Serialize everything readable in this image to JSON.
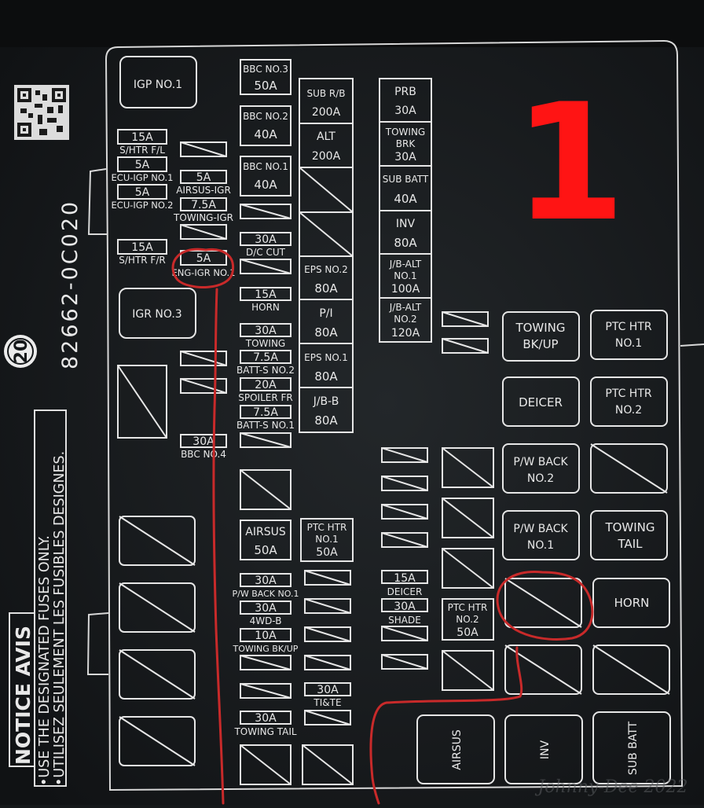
{
  "colors": {
    "background": "#15181a",
    "lines": "#e6e6e6",
    "red_number": "#ff1414",
    "red_annotation": "#c82a2a"
  },
  "part_number": "82662-0C020",
  "circled_number": "20",
  "big_number": "1",
  "watermark": "Johnny-Dee 2022",
  "notice": {
    "title": "NOTICE AVIS",
    "line1": "•USE THE DESIGNATED FUSES ONLY.",
    "line2": "•UTILISEZ SEULEMENT LES FUSIBLES DESIGNES."
  },
  "relays": {
    "igp_no1": "IGP NO.1",
    "igr_no3": "IGR NO.3",
    "towing_bkup_1": "TOWING",
    "towing_bkup_2": "BK/UP",
    "ptc_no1_1": "PTC HTR",
    "ptc_no1_2": "NO.1",
    "deicer": "DEICER",
    "ptc_no2_1": "PTC HTR",
    "ptc_no2_2": "NO.2",
    "pw_back2_1": "P/W BACK",
    "pw_back2_2": "NO.2",
    "pw_back1_1": "P/W BACK",
    "pw_back1_2": "NO.1",
    "towing_tail_1": "TOWING",
    "towing_tail_2": "TAIL",
    "horn": "HORN",
    "airsus": "AIRSUS",
    "inv": "INV",
    "sub_batt": "SUB BATT"
  },
  "col_left": {
    "shtr_fl_amp": "15A",
    "shtr_fl": "S/HTR F/L",
    "ecu1_amp": "5A",
    "ecu1": "ECU-IGP NO.1",
    "ecu2_amp": "5A",
    "ecu2": "ECU-IGP NO.2",
    "shtr_fr_amp": "15A",
    "shtr_fr": "S/HTR F/R"
  },
  "col_b": {
    "airsus_igr_amp": "5A",
    "airsus_igr": "AIRSUS-IGR",
    "towing_igr_amp": "7.5A",
    "towing_igr": "TOWING-IGR",
    "eng_igr_amp": "5A",
    "eng_igr": "ENG-IGR NO.1",
    "bbc4_amp": "30A",
    "bbc4": "BBC NO.4"
  },
  "col_c": {
    "bbc3": "BBC NO.3",
    "bbc3_amp": "50A",
    "bbc2": "BBC NO.2",
    "bbc2_amp": "40A",
    "bbc1": "BBC NO.1",
    "bbc1_amp": "40A",
    "dc_cut_amp": "30A",
    "dc_cut": "D/C CUT",
    "horn_amp": "15A",
    "horn": "HORN",
    "towing_amp": "30A",
    "towing": "TOWING",
    "batts2_amp": "7.5A",
    "batts2": "BATT-S NO.2",
    "spoiler_amp": "20A",
    "spoiler": "SPOILER FR",
    "batts1_amp": "7.5A",
    "batts1": "BATT-S NO.1",
    "airsus": "AIRSUS",
    "airsus_amp": "50A",
    "pwback1_amp": "30A",
    "pwback1": "P/W BACK NO.1",
    "fwdb_amp": "30A",
    "fwdb": "4WD-B",
    "towbk_amp": "10A",
    "towbk": "TOWING BK/UP",
    "towtail_amp": "30A",
    "towtail": "TOWING TAIL"
  },
  "col_d": {
    "subrb": "SUB R/B",
    "subrb_amp": "200A",
    "alt": "ALT",
    "alt_amp": "200A",
    "eps2": "EPS NO.2",
    "eps2_amp": "80A",
    "pi": "P/I",
    "pi_amp": "80A",
    "eps1": "EPS NO.1",
    "eps1_amp": "80A",
    "jbb": "J/B-B",
    "jbb_amp": "80A",
    "ptc1_l1": "PTC HTR",
    "ptc1_l2": "NO.1",
    "ptc1_amp": "50A",
    "tite_amp": "30A",
    "tite": "TI&TE"
  },
  "col_e": {
    "prb": "PRB",
    "prb_amp": "30A",
    "towbrk1": "TOWING",
    "towbrk2": "BRK",
    "towbrk_amp": "30A",
    "subbatt": "SUB BATT",
    "subbatt_amp": "40A",
    "inv": "INV",
    "inv_amp": "80A",
    "jbalt1_l1": "J/B-ALT",
    "jbalt1_l2": "NO.1",
    "jbalt1_amp": "100A",
    "jbalt2_l1": "J/B-ALT",
    "jbalt2_l2": "NO.2",
    "jbalt2_amp": "120A"
  },
  "col_f": {
    "deicer_amp": "15A",
    "deicer": "DEICER",
    "shade_amp": "30A",
    "shade": "SHADE",
    "ptc2_l1": "PTC HTR",
    "ptc2_l2": "NO.2",
    "ptc2_amp": "50A"
  }
}
